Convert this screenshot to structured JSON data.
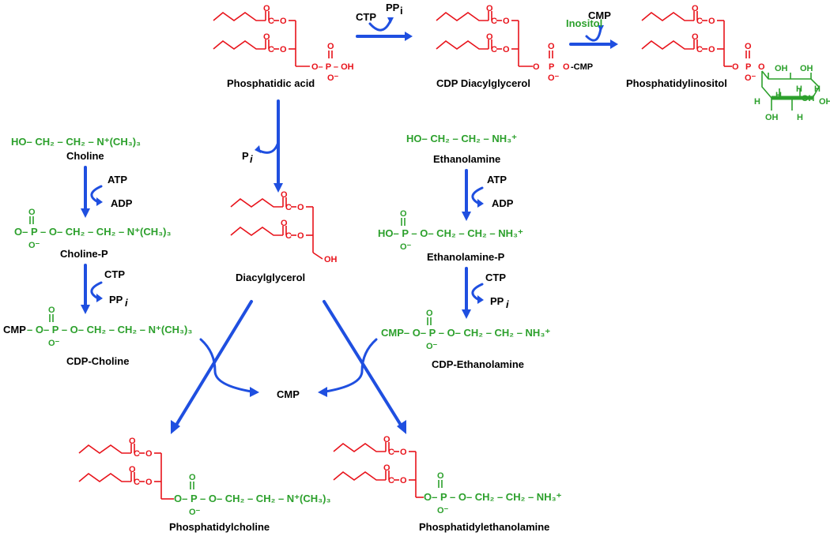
{
  "compounds": {
    "phosphatidic_acid": "Phosphatidic acid",
    "cdp_diacylglycerol": "CDP Diacylglycerol",
    "phosphatidylinositol": "Phosphatidylinositol",
    "choline": "Choline",
    "choline_p": "Choline-P",
    "cdp_choline": "CDP-Choline",
    "ethanolamine": "Ethanolamine",
    "ethanolamine_p": "Ethanolamine-P",
    "cdp_ethanolamine": "CDP-Ethanolamine",
    "diacylglycerol": "Diacylglycerol",
    "phosphatidylcholine": "Phosphatidylcholine",
    "phosphatidylethanolamine": "Phosphatidylethanolamine"
  },
  "reagents": {
    "ctp": "CTP",
    "ppi": "PP",
    "ppi_sub": "i",
    "inositol": "Inositol",
    "cmp": "CMP",
    "pi": "P",
    "pi_sub": "i",
    "atp": "ATP",
    "adp": "ADP",
    "cmp_dash": "CMP–",
    "dash_cmp": "-CMP"
  },
  "formulas": {
    "choline": "HO– CH₂ – CH₂ – N⁺(CH₃)₃",
    "choline_p": "O– P – O– CH₂ – CH₂ – N⁺(CH₃)₃",
    "cdp_choline": "– O– P – O– CH₂ – CH₂ – N⁺(CH₃)₃",
    "ethanolamine": "HO– CH₂ – CH₂ – NH₃⁺",
    "ethanolamine_p": "HO– P – O– CH₂ – CH₂ – NH₃⁺",
    "cdp_ethanolamine": "CMP– O– P – O– CH₂ – CH₂ – NH₃⁺",
    "pc_headgroup": "O– P – O– CH₂ – CH₂ – N⁺(CH₃)₃",
    "pe_headgroup": "O– P – O– CH₂ – CH₂ – NH₃⁺"
  },
  "atoms": {
    "oxygen": "O",
    "oxygen_minus": "O⁻",
    "carbon_ester": "C",
    "phosphorus": "P",
    "hydroxyl": "OH",
    "hydrogen": "H",
    "phosphate_oh": "O– P – OH"
  },
  "colors": {
    "lipid": "#e8131b",
    "headgroup": "#2ca02c",
    "arrow": "#1f4fe0",
    "text": "#000000"
  }
}
